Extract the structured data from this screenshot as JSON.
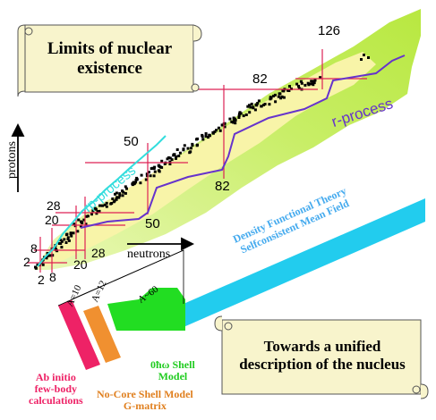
{
  "title_scroll": {
    "line1": "Limits of nuclear",
    "line2": "existence"
  },
  "bottom_scroll": {
    "line1": "Towards a unified",
    "line2": "description of the nucleus"
  },
  "axes": {
    "protons": "protons",
    "neutrons": "neutrons"
  },
  "processes": {
    "rp": "rp-process",
    "r": "r-process"
  },
  "magic": {
    "n126": "126",
    "p82": "82",
    "n82": "82",
    "p50": "50",
    "n50": "50",
    "p28": "28",
    "p20": "20",
    "p8": "8",
    "p2": "2",
    "n2": "2",
    "n8": "8",
    "n20": "20",
    "n28": "28"
  },
  "methods": {
    "dft_line1": "Density Functional Theory",
    "dft_line2": "Selfconsistent Mean Field",
    "a10": "A=10",
    "a12": "A=12",
    "a60": "A~60",
    "ab_initio": [
      "Ab initio",
      "few-body",
      "calculations"
    ],
    "ncsm": [
      "No-Core Shell Model",
      "G-matrix"
    ],
    "shell": [
      "0ħω Shell",
      "Model"
    ]
  },
  "colors": {
    "green_outer": "#ccf066",
    "yellow_inner": "#f8f4a8",
    "stable": "#000000",
    "magic_lines": "#dd2255",
    "rp_process": "#33dddd",
    "r_process": "#6633cc",
    "dft_band": "#22ccee",
    "ab_initio": "#ee2266",
    "ncsm": "#f09030",
    "shell_model": "#22dd22",
    "scroll": "#f8f4cc"
  }
}
